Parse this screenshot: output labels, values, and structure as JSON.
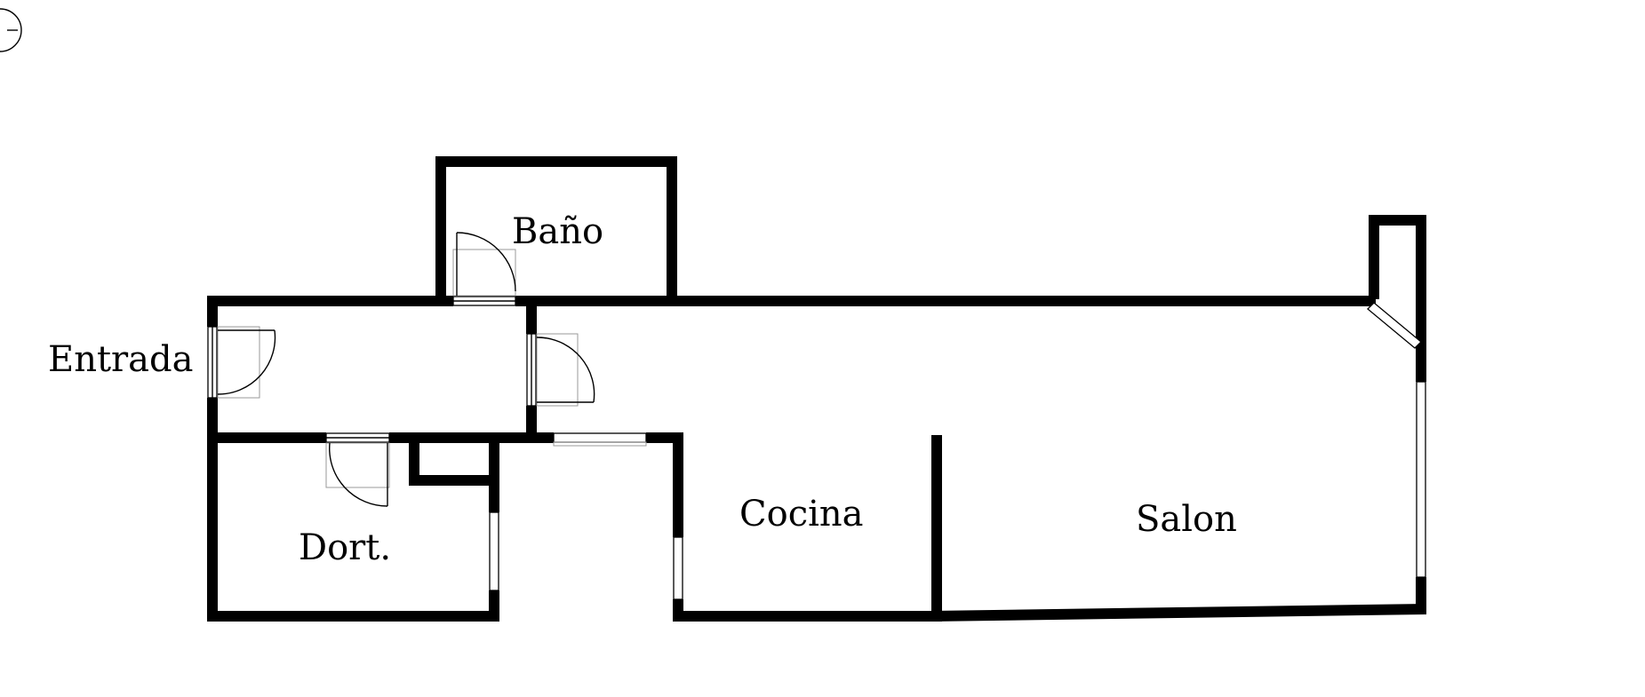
{
  "rooms": {
    "entrada": "Entrada",
    "bano": "Baño",
    "dormitorio": "Dort.",
    "cocina": "Cocina",
    "salon": "Salon"
  },
  "colors": {
    "walls": "#000000",
    "background": "#ffffff",
    "fixture_outline": "#9a9a9a"
  }
}
